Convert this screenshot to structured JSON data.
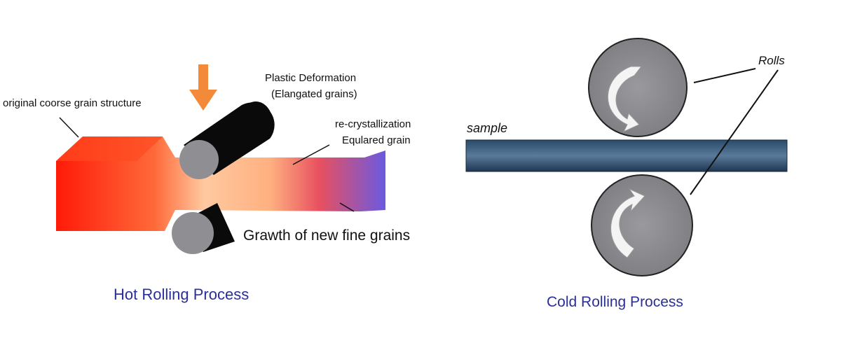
{
  "hot_rolling": {
    "title": "Hot Rolling Process",
    "labels": {
      "original_grain": "original coorse grain structure",
      "plastic_deformation": "Plastic Deformation",
      "elongated": "(Elangated grains)",
      "recrystallization": "re-crystallization",
      "equiaxed": "Equlared grain",
      "growth": "Grawth of new fine grains"
    }
  },
  "cold_rolling": {
    "title": "Cold Rolling Process",
    "labels": {
      "rolls": "Rolls",
      "sample": "sample"
    }
  },
  "colors": {
    "title": "#2a2f9a",
    "hot": "#ff2a10",
    "cool": "#7060d8",
    "roll": "#8a8a8e"
  }
}
